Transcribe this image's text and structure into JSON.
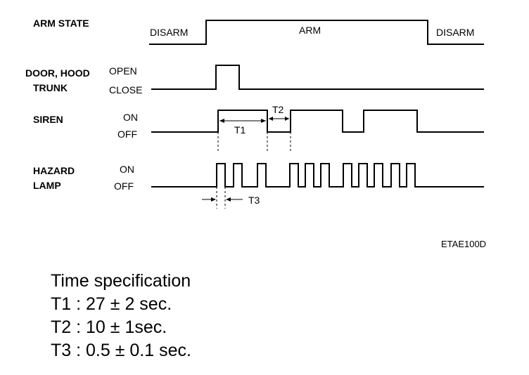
{
  "signals": {
    "arm_state": {
      "label": "ARM STATE",
      "states": [
        "DISARM",
        "ARM",
        "DISARM"
      ]
    },
    "door": {
      "label_line1": "DOOR, HOOD",
      "label_line2": "TRUNK",
      "high": "OPEN",
      "low": "CLOSE"
    },
    "siren": {
      "label": "SIREN",
      "high": "ON",
      "low": "OFF"
    },
    "hazard": {
      "label_line1": "HAZARD",
      "label_line2": "LAMP",
      "high": "ON",
      "low": "OFF"
    }
  },
  "intervals": {
    "t1": "T1",
    "t2": "T2",
    "t3": "T3"
  },
  "figure_code": "ETAE100D",
  "spec": {
    "title": "Time specification",
    "lines": [
      {
        "name": "T1",
        "value": "27 ± 2 sec."
      },
      {
        "name": "T2",
        "value": "10 ± 1sec."
      },
      {
        "name": "T3",
        "value": "0.5 ± 0.1 sec."
      }
    ]
  }
}
